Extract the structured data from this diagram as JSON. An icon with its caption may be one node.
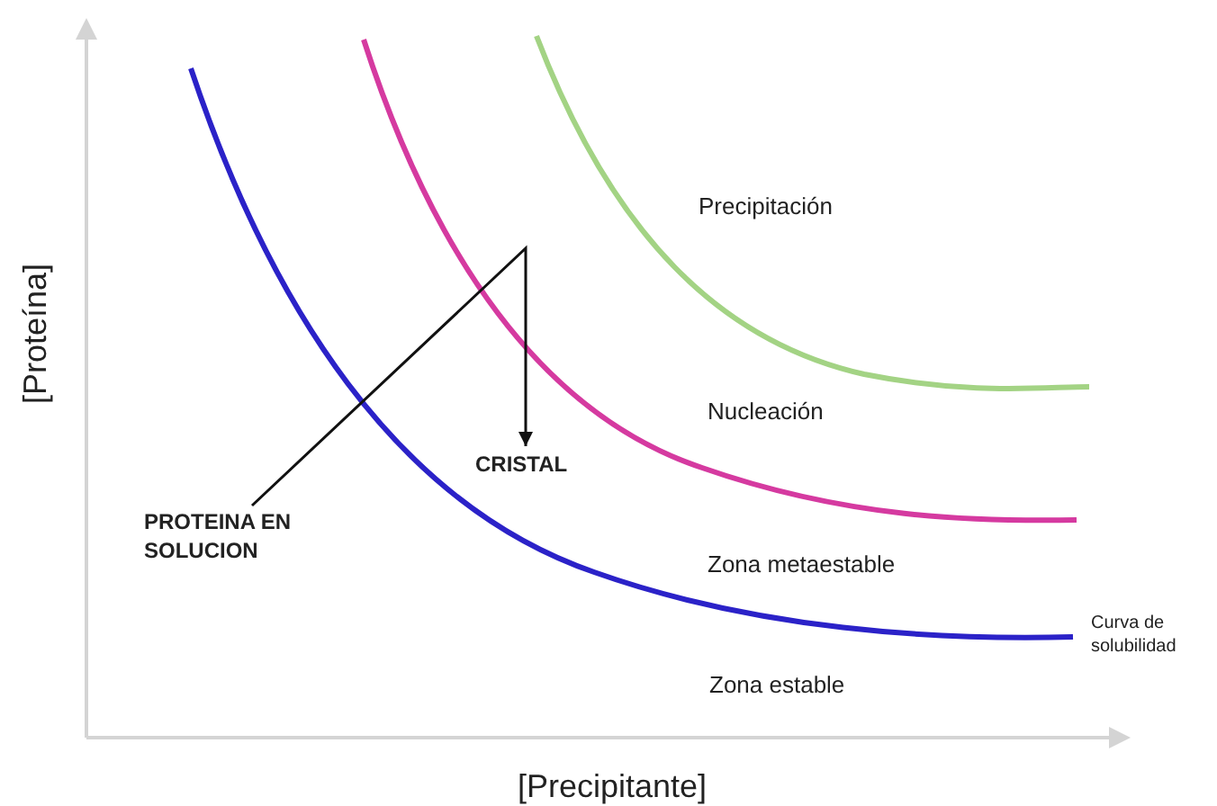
{
  "diagram": {
    "nodes": [
      {
        "text": [
          "PROTEINA EN SOLUCION"
        ]
      },
      {
        "text": [
          "CRISTAL"
        ]
      }
    ],
    "edges": [
      {
        "from": 0,
        "to": 1,
        "arrow": "to"
      }
    ],
    "labels": [
      "Precipitación",
      "Nucleación",
      "Zona metaestable",
      "Curva de solubilidad",
      "Zona estable",
      "[Proteína]",
      "[Precipitante]"
    ]
  }
}
